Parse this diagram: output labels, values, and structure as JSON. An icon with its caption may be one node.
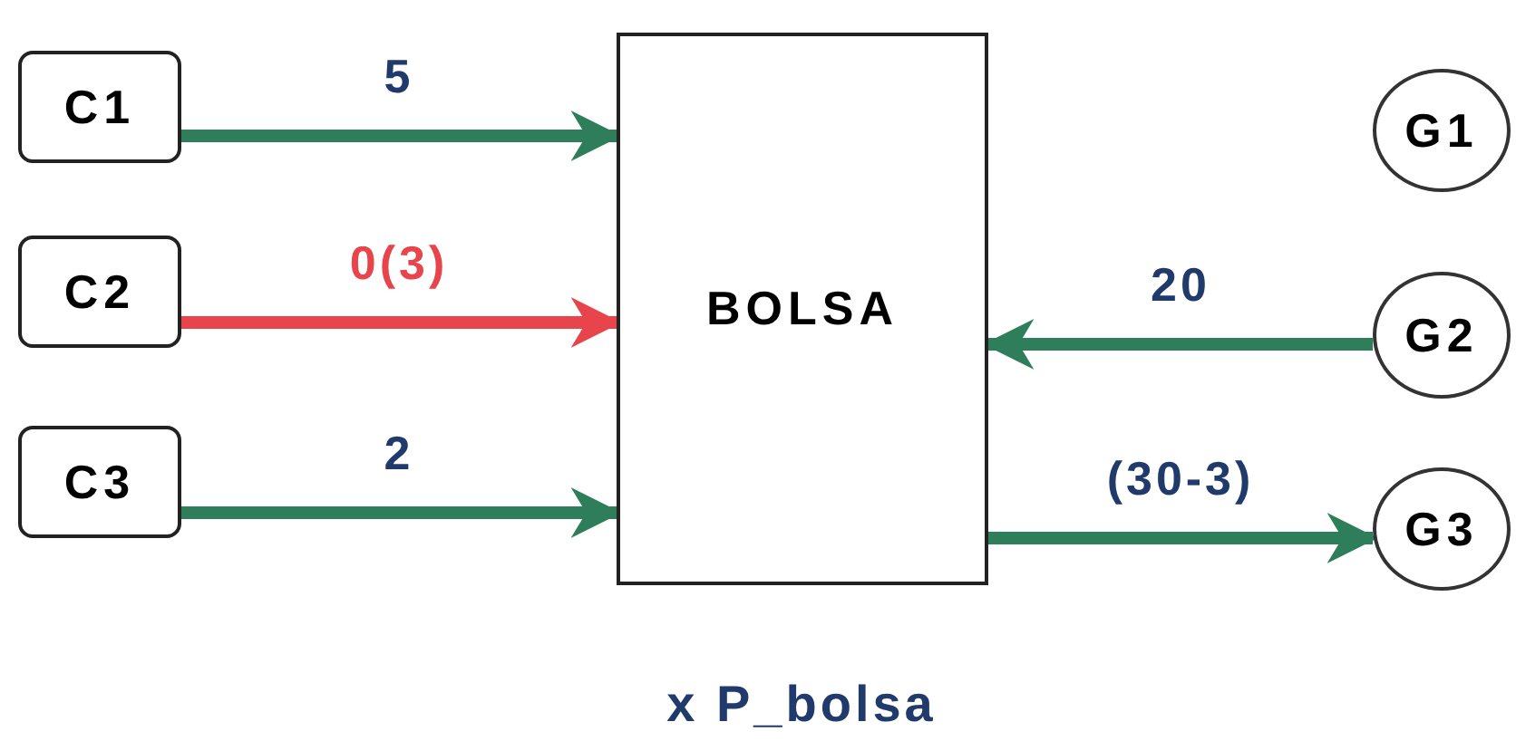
{
  "diagram": {
    "nodes": [
      {
        "text": [
          "C1"
        ]
      },
      {
        "text": [
          "C2"
        ]
      },
      {
        "text": [
          "C3"
        ]
      },
      {
        "text": [
          "BOLSA"
        ]
      },
      {
        "text": [
          "G1"
        ]
      },
      {
        "text": [
          "G2"
        ]
      },
      {
        "text": [
          "G3"
        ]
      }
    ],
    "edges": [
      {
        "from": 0,
        "to": 3,
        "arrow": "to",
        "label": "5"
      },
      {
        "from": 1,
        "to": 3,
        "arrow": "to",
        "label": "0(3)",
        "color": "#e8444c"
      },
      {
        "from": 2,
        "to": 3,
        "arrow": "to",
        "label": "2"
      },
      {
        "from": 5,
        "to": 3,
        "arrow": "to",
        "label": "20"
      },
      {
        "from": 3,
        "to": 6,
        "arrow": "to",
        "label": "(30-3)"
      }
    ],
    "labels": [
      "x P_bolsa"
    ]
  }
}
